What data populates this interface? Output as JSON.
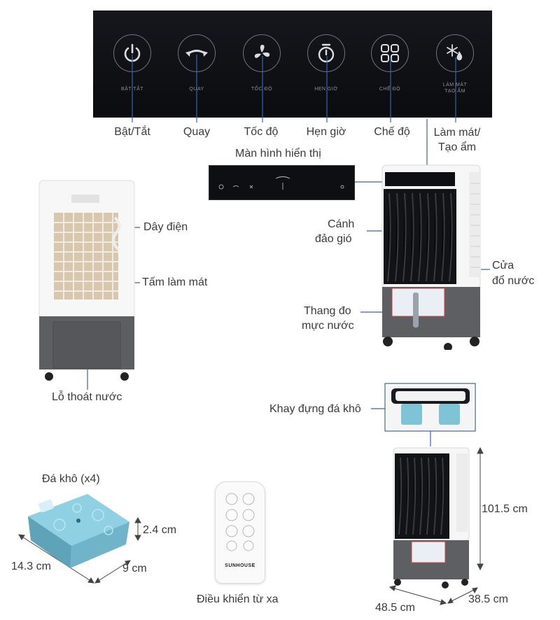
{
  "control_panel": {
    "buttons": [
      {
        "caption": "BẬT TẮT",
        "label": "Bật/Tắt",
        "icon": "power-icon"
      },
      {
        "caption": "QUAY",
        "label": "Quay",
        "icon": "swing-icon"
      },
      {
        "caption": "TỐC ĐỘ",
        "label": "Tốc độ",
        "icon": "fan-icon"
      },
      {
        "caption": "HẸN GIỜ",
        "label": "Hẹn giờ",
        "icon": "timer-icon"
      },
      {
        "caption": "CHẾ ĐỘ",
        "label": "Chế độ",
        "icon": "mode-icon"
      },
      {
        "caption": "LÀM MÁT TẠO ẨM",
        "label": "Làm mát/ Tạo ẩm",
        "icon": "cooling-icon"
      }
    ]
  },
  "labels": {
    "display": "Màn hình hiển thị",
    "power_cord": "Dây điện",
    "cooling_pad": "Tấm làm mát",
    "drain": "Lỗ thoát nước",
    "louver_1": "Cánh",
    "louver_2": "đảo gió",
    "water_door_1": "Cửa",
    "water_door_2": "đổ nước",
    "water_gauge_1": "Thang đo",
    "water_gauge_2": "mực nước",
    "ice_tray": "Khay đựng đá khô",
    "ice_packs": "Đá khô (x4)",
    "remote": "Điều khiển từ xa",
    "remote_brand": "SUNHOUSE"
  },
  "dimensions": {
    "height": "101.5 cm",
    "width": "48.5 cm",
    "depth": "38.5 cm",
    "ice_length": "14.3 cm",
    "ice_width": "9 cm",
    "ice_thickness": "2.4 cm"
  },
  "colors": {
    "panel": "#0f1115",
    "body_white": "#f4f4f4",
    "tank_gray": "#5d5f63",
    "ice_blue": "#7fc4d6",
    "line": "#3b64a8"
  }
}
